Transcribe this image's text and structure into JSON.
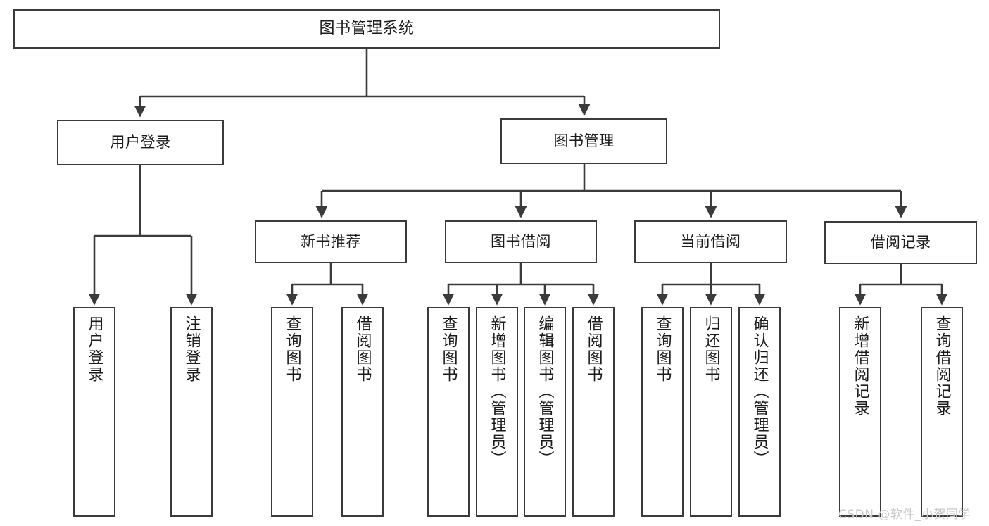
{
  "diagram": {
    "type": "tree",
    "title": "图书管理系统",
    "orientation": "top-down",
    "levels": 4,
    "root": {
      "label": "图书管理系统"
    },
    "level2": [
      {
        "label": "用户登录"
      },
      {
        "label": "图书管理"
      }
    ],
    "level3": [
      {
        "label": "新书推荐"
      },
      {
        "label": "图书借阅"
      },
      {
        "label": "当前借阅"
      },
      {
        "label": "借阅记录"
      }
    ],
    "leaves": [
      {
        "label": "用户登录",
        "parent": "用户登录"
      },
      {
        "label": "注销登录",
        "parent": "用户登录"
      },
      {
        "label": "查询图书",
        "parent": "新书推荐"
      },
      {
        "label": "借阅图书",
        "parent": "新书推荐"
      },
      {
        "label": "查询图书",
        "parent": "图书借阅"
      },
      {
        "label": "新增图书（管理员）",
        "parent": "图书借阅"
      },
      {
        "label": "编辑图书（管理员）",
        "parent": "图书借阅"
      },
      {
        "label": "借阅图书",
        "parent": "图书借阅"
      },
      {
        "label": "查询图书",
        "parent": "当前借阅"
      },
      {
        "label": "归还图书",
        "parent": "当前借阅"
      },
      {
        "label": "确认归还（管理员）",
        "parent": "当前借阅"
      },
      {
        "label": "新增借阅记录",
        "parent": "借阅记录"
      },
      {
        "label": "查询借阅记录",
        "parent": "借阅记录"
      }
    ]
  },
  "watermark": {
    "text": "CSDN @软件_小贺同学"
  },
  "colors": {
    "stroke": "#3b3b3b",
    "background": "#ffffff",
    "text": "#1b1b1b",
    "watermark": "#c9c9c9"
  }
}
